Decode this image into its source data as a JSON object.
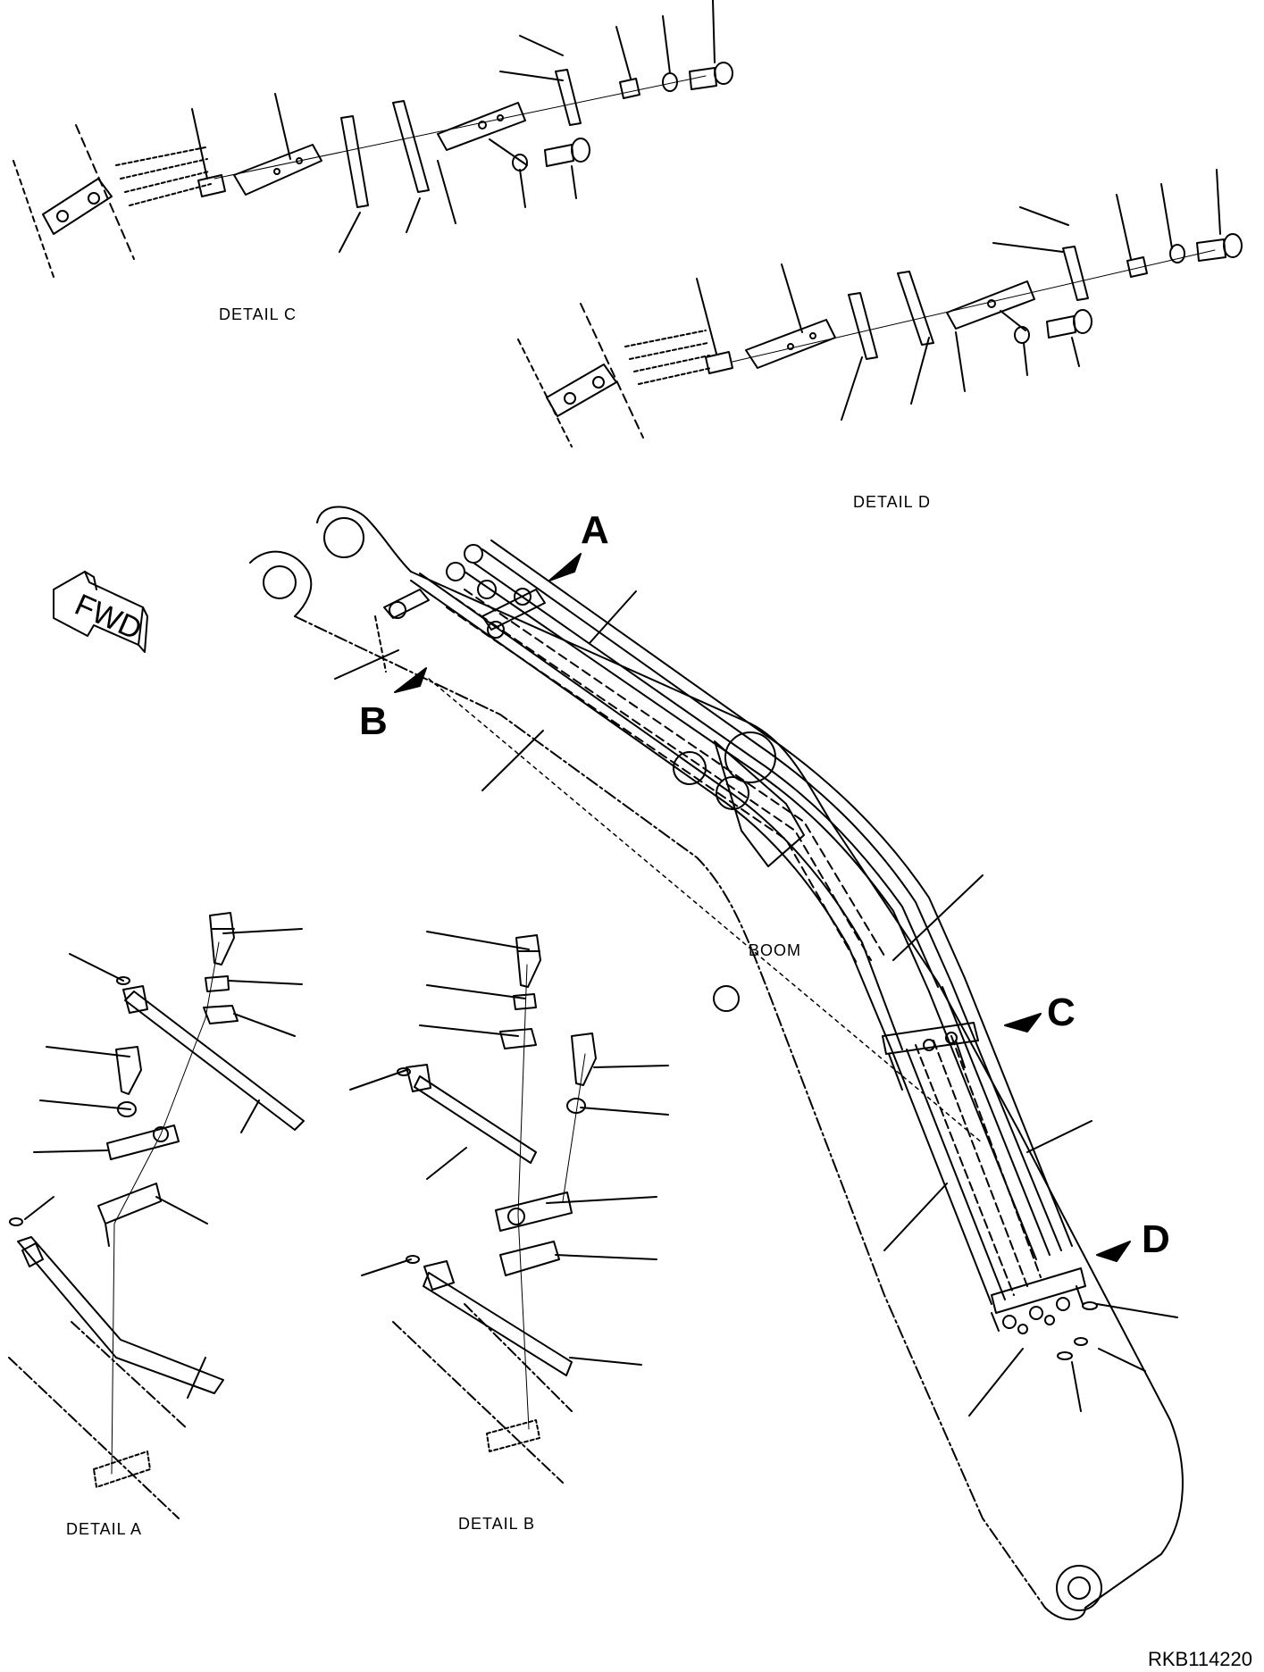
{
  "labels": {
    "detail_a": "DETAIL A",
    "detail_b": "DETAIL B",
    "detail_c": "DETAIL C",
    "detail_d": "DETAIL D",
    "boom": "BOOM",
    "view_a": "A",
    "view_b": "B",
    "view_c": "C",
    "view_d": "D",
    "fwd": "FWD",
    "drawing_number": "RKB114220"
  },
  "colors": {
    "line": "#000000",
    "background": "#ffffff"
  }
}
